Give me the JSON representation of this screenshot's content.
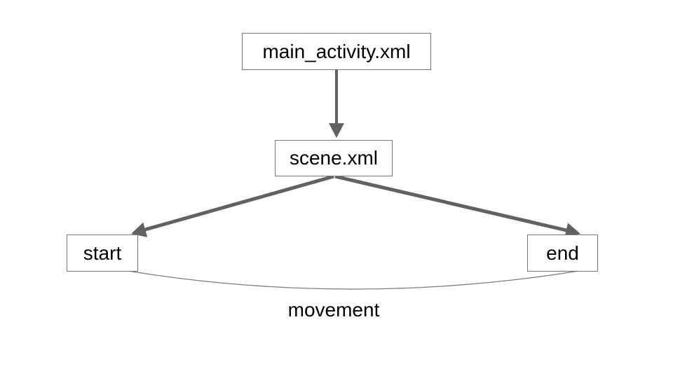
{
  "diagram": {
    "type": "flowchart",
    "background": "#ffffff",
    "colors": {
      "edge": "#616161",
      "arc": "#7a7a7a",
      "node_border": "#757575",
      "node_fill": "#ffffff",
      "text": "#000000"
    },
    "nodes": [
      {
        "id": "main_activity",
        "label": "main_activity.xml"
      },
      {
        "id": "scene",
        "label": "scene.xml"
      },
      {
        "id": "start",
        "label": "start"
      },
      {
        "id": "end",
        "label": "end"
      }
    ],
    "edges": [
      {
        "from": "main_activity.xml",
        "to": "scene.xml",
        "style": "arrow",
        "label": ""
      },
      {
        "from": "scene.xml",
        "to": "start",
        "style": "arrow",
        "label": ""
      },
      {
        "from": "scene.xml",
        "to": "end",
        "style": "arrow",
        "label": ""
      },
      {
        "from": "start",
        "to": "end",
        "style": "thin-curve",
        "label": "movement"
      }
    ]
  }
}
